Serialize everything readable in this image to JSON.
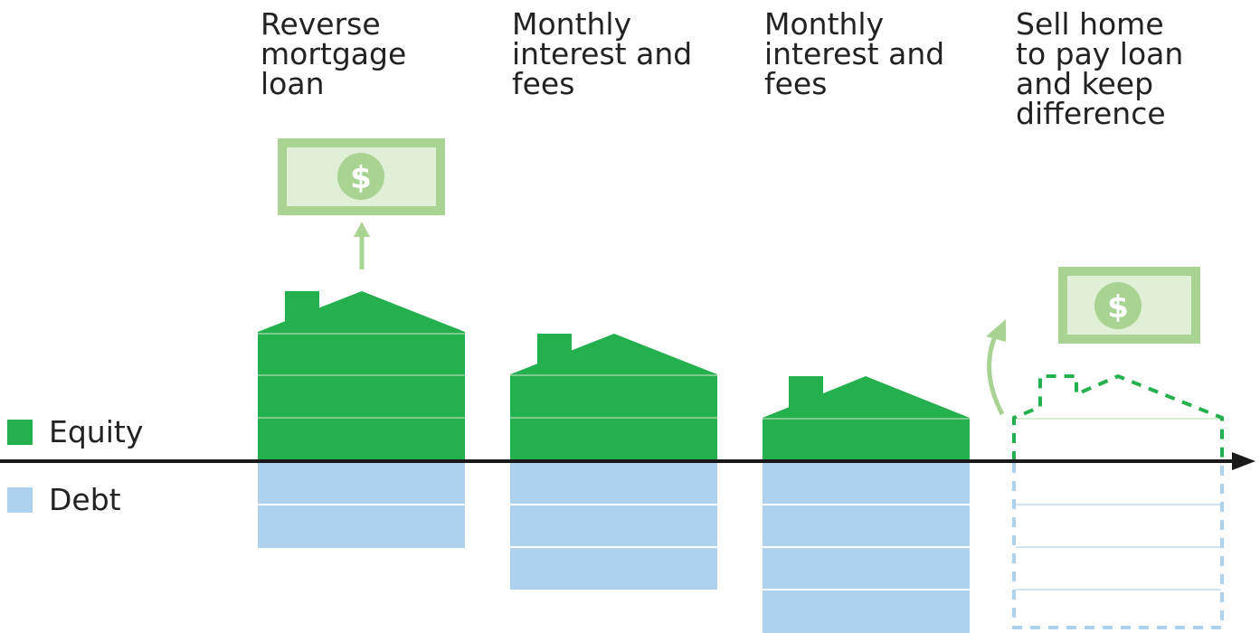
{
  "stages": [
    {
      "label": "Reverse\nmortgage\nloan"
    },
    {
      "label": "Monthly\ninterest and\nfees"
    },
    {
      "label": "Monthly\ninterest and\nfees"
    },
    {
      "label": "Sell home\nto pay loan\nand keep\ndifference"
    }
  ],
  "legend": [
    {
      "label": "Equity",
      "color": "#24b04e"
    },
    {
      "label": "Debt",
      "color": "#aed1ee"
    }
  ],
  "icons": {
    "money": "dollar-bill-icon",
    "house": "house-icon",
    "arrow": "arrow-up-icon"
  },
  "colors": {
    "equity": "#24b04e",
    "debt": "#aed1ee",
    "money_border": "#a8d392",
    "money_fill": "#dff0d6",
    "axis": "#1a1a1a"
  }
}
